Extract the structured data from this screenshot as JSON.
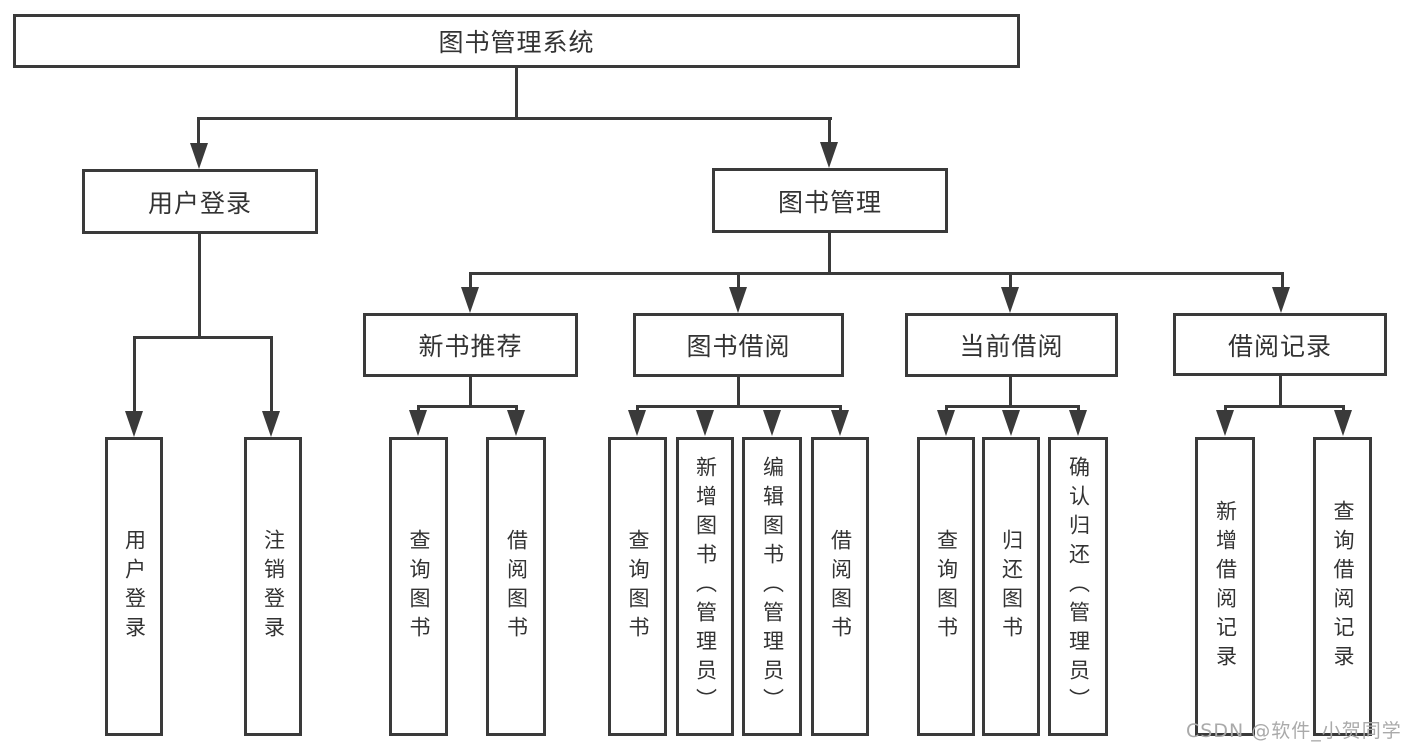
{
  "diagram": {
    "root": {
      "label": "图书管理系统"
    },
    "level2": {
      "user_login": {
        "label": "用户登录"
      },
      "book_mgmt": {
        "label": "图书管理"
      }
    },
    "level3": {
      "new_book_rec": {
        "label": "新书推荐"
      },
      "book_borrow": {
        "label": "图书借阅"
      },
      "current_borrow": {
        "label": "当前借阅"
      },
      "borrow_records": {
        "label": "借阅记录"
      }
    },
    "leaves": {
      "login": "用户登录",
      "logout": "注销登录",
      "rec_query": "查询图书",
      "rec_borrow": "借阅图书",
      "bb_query": "查询图书",
      "bb_add": "新增图书（管理员）",
      "bb_edit": "编辑图书（管理员）",
      "bb_borrow": "借阅图书",
      "cb_query": "查询图书",
      "cb_return": "归还图书",
      "cb_confirm": "确认归还（管理员）",
      "br_add": "新增借阅记录",
      "br_query": "查询借阅记录"
    },
    "watermark": "CSDN @软件_小贺同学",
    "colors": {
      "line": "#3a3a3a",
      "text": "#333333",
      "watermark": "#aaaaaa",
      "background": "#ffffff"
    }
  }
}
